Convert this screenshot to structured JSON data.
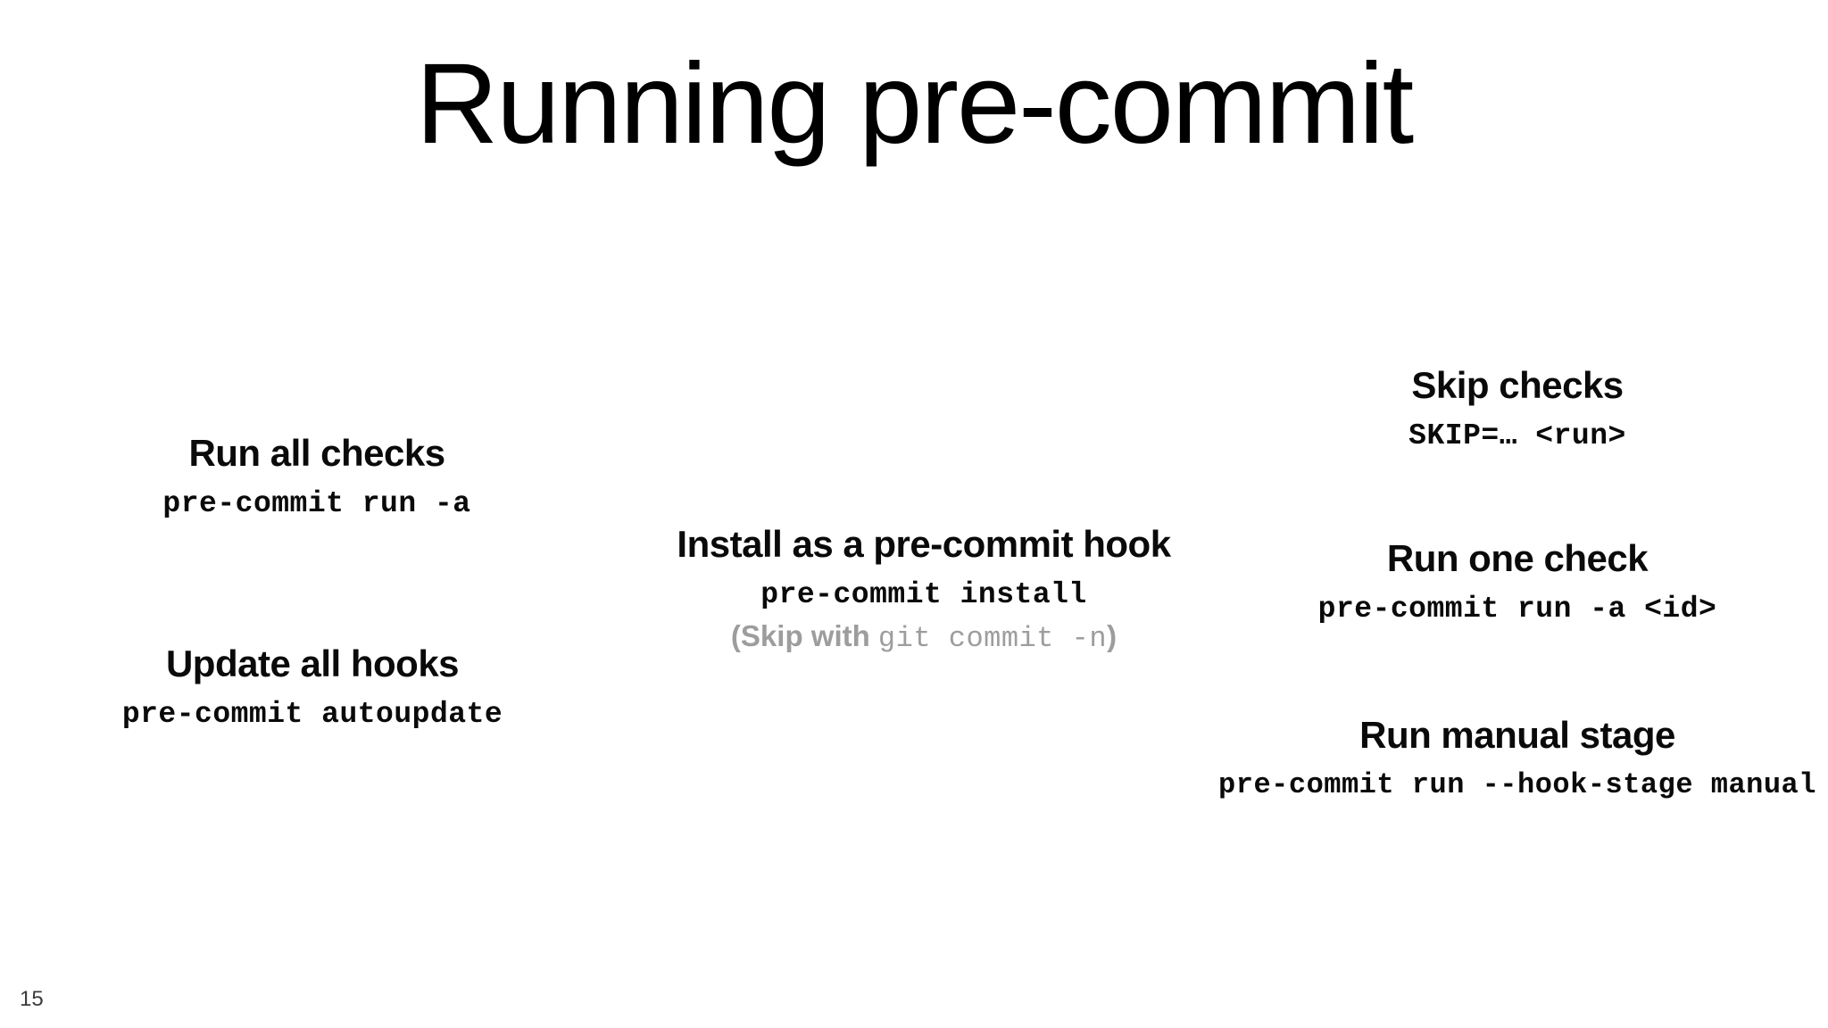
{
  "slide": {
    "title": "Running pre-commit",
    "page_number": "15",
    "background_color": "#ffffff",
    "text_color": "#000000",
    "muted_color": "#9d9d9d"
  },
  "blocks": [
    {
      "id": "run-all",
      "title": "Run all checks",
      "code": "pre-commit run -a"
    },
    {
      "id": "update-hooks",
      "title": "Update all hooks",
      "code": "pre-commit autoupdate"
    },
    {
      "id": "install-hook",
      "title": "Install as a pre-commit hook",
      "code": "pre-commit install",
      "note_prefix": "(Skip with ",
      "note_code": "git commit -n",
      "note_suffix": ")"
    },
    {
      "id": "skip-checks",
      "title": "Skip checks",
      "code": "SKIP=… <run>"
    },
    {
      "id": "run-one",
      "title": "Run one check",
      "code": "pre-commit run -a <id>"
    },
    {
      "id": "run-manual",
      "title": "Run manual stage",
      "code": "pre-commit run --hook-stage manual"
    }
  ]
}
